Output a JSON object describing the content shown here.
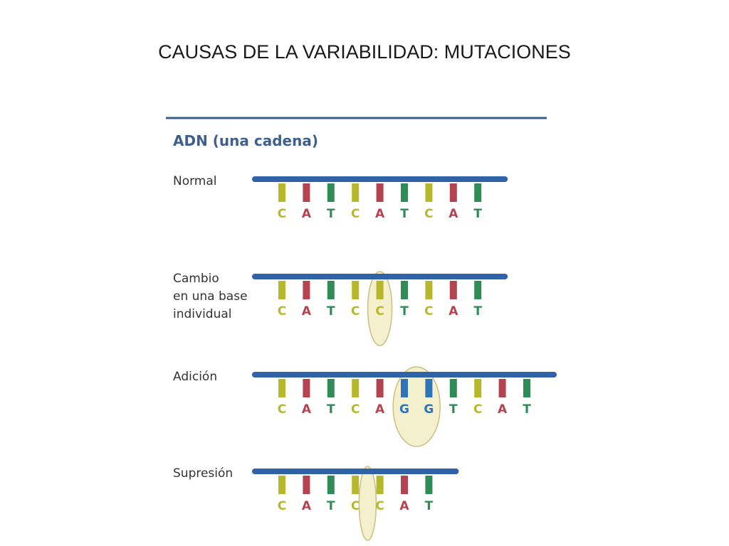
{
  "title": "CAUSAS DE LA VARIABILIDAD: MUTACIONES",
  "diagram": {
    "heading": "ADN (una cadena)",
    "colors": {
      "backbone": "#2f62a6",
      "rule": "#3a5f8a",
      "highlight_fill": "#f4efcd",
      "highlight_stroke": "#c9bf85",
      "C": "#b6b72b",
      "A": "#b5424f",
      "T": "#2f8c57",
      "G": "#2f73b8"
    },
    "rows": [
      {
        "name": "normal",
        "label_lines": [
          "Normal"
        ],
        "bases": [
          "C",
          "A",
          "T",
          "C",
          "A",
          "T",
          "C",
          "A",
          "T"
        ],
        "highlight": null
      },
      {
        "name": "cambio",
        "label_lines": [
          "Cambio",
          "en una base",
          "individual"
        ],
        "bases": [
          "C",
          "A",
          "T",
          "C",
          "C",
          "T",
          "C",
          "A",
          "T"
        ],
        "highlight": {
          "start": 4,
          "count": 1
        }
      },
      {
        "name": "adicion",
        "label_lines": [
          "Adición"
        ],
        "bases": [
          "C",
          "A",
          "T",
          "C",
          "A",
          "G",
          "G",
          "T",
          "C",
          "A",
          "T"
        ],
        "highlight": {
          "start": 5,
          "count": 2
        }
      },
      {
        "name": "supresion",
        "label_lines": [
          "Supresión"
        ],
        "bases": [
          "C",
          "A",
          "T",
          "C",
          "C",
          "A",
          "T"
        ],
        "highlight": {
          "start": 3.5,
          "count": 0
        }
      }
    ]
  }
}
